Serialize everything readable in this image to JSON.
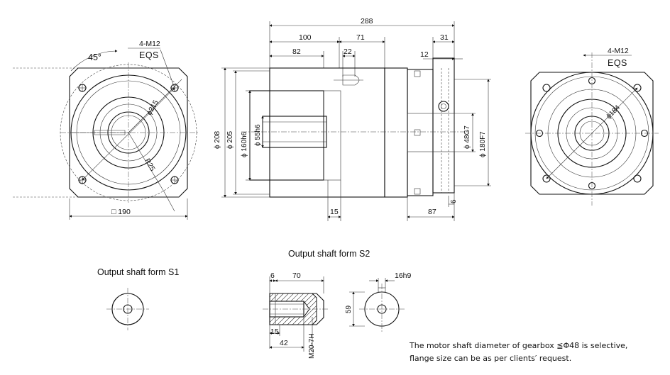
{
  "front_left": {
    "angle": "45°",
    "bolt": "4-M12",
    "eqs": "EQS",
    "pcd": "ϕ215",
    "radius": "R25",
    "square": "□ 190"
  },
  "side_view": {
    "total_length": "288",
    "len_100": "100",
    "len_71": "71",
    "len_31": "31",
    "len_82": "82",
    "len_22": "22",
    "len_12": "12",
    "len_15": "15",
    "len_87": "87",
    "len_6": "6",
    "dia_208": "ϕ 208",
    "dia_205": "ϕ 205",
    "dia_160": "ϕ 160h6",
    "dia_55": "ϕ 55h6",
    "dia_48": "ϕ 48G7",
    "dia_180": "ϕ 180F7"
  },
  "front_right": {
    "bolt": "4-M12",
    "eqs": "EQS",
    "pcd": "ϕ184"
  },
  "shaft_s1": {
    "title": "Output shaft form S1"
  },
  "shaft_s2": {
    "title": "Output shaft form S2",
    "len_6": "6",
    "len_70": "70",
    "key": "16h9",
    "height": "59",
    "len_15": "15",
    "len_42": "42",
    "thread": "M20-7H"
  },
  "note": {
    "line1": "The motor shaft diameter of gearbox ≦Φ48 is selective,",
    "line2": "flange size can be as per clients′  request."
  }
}
